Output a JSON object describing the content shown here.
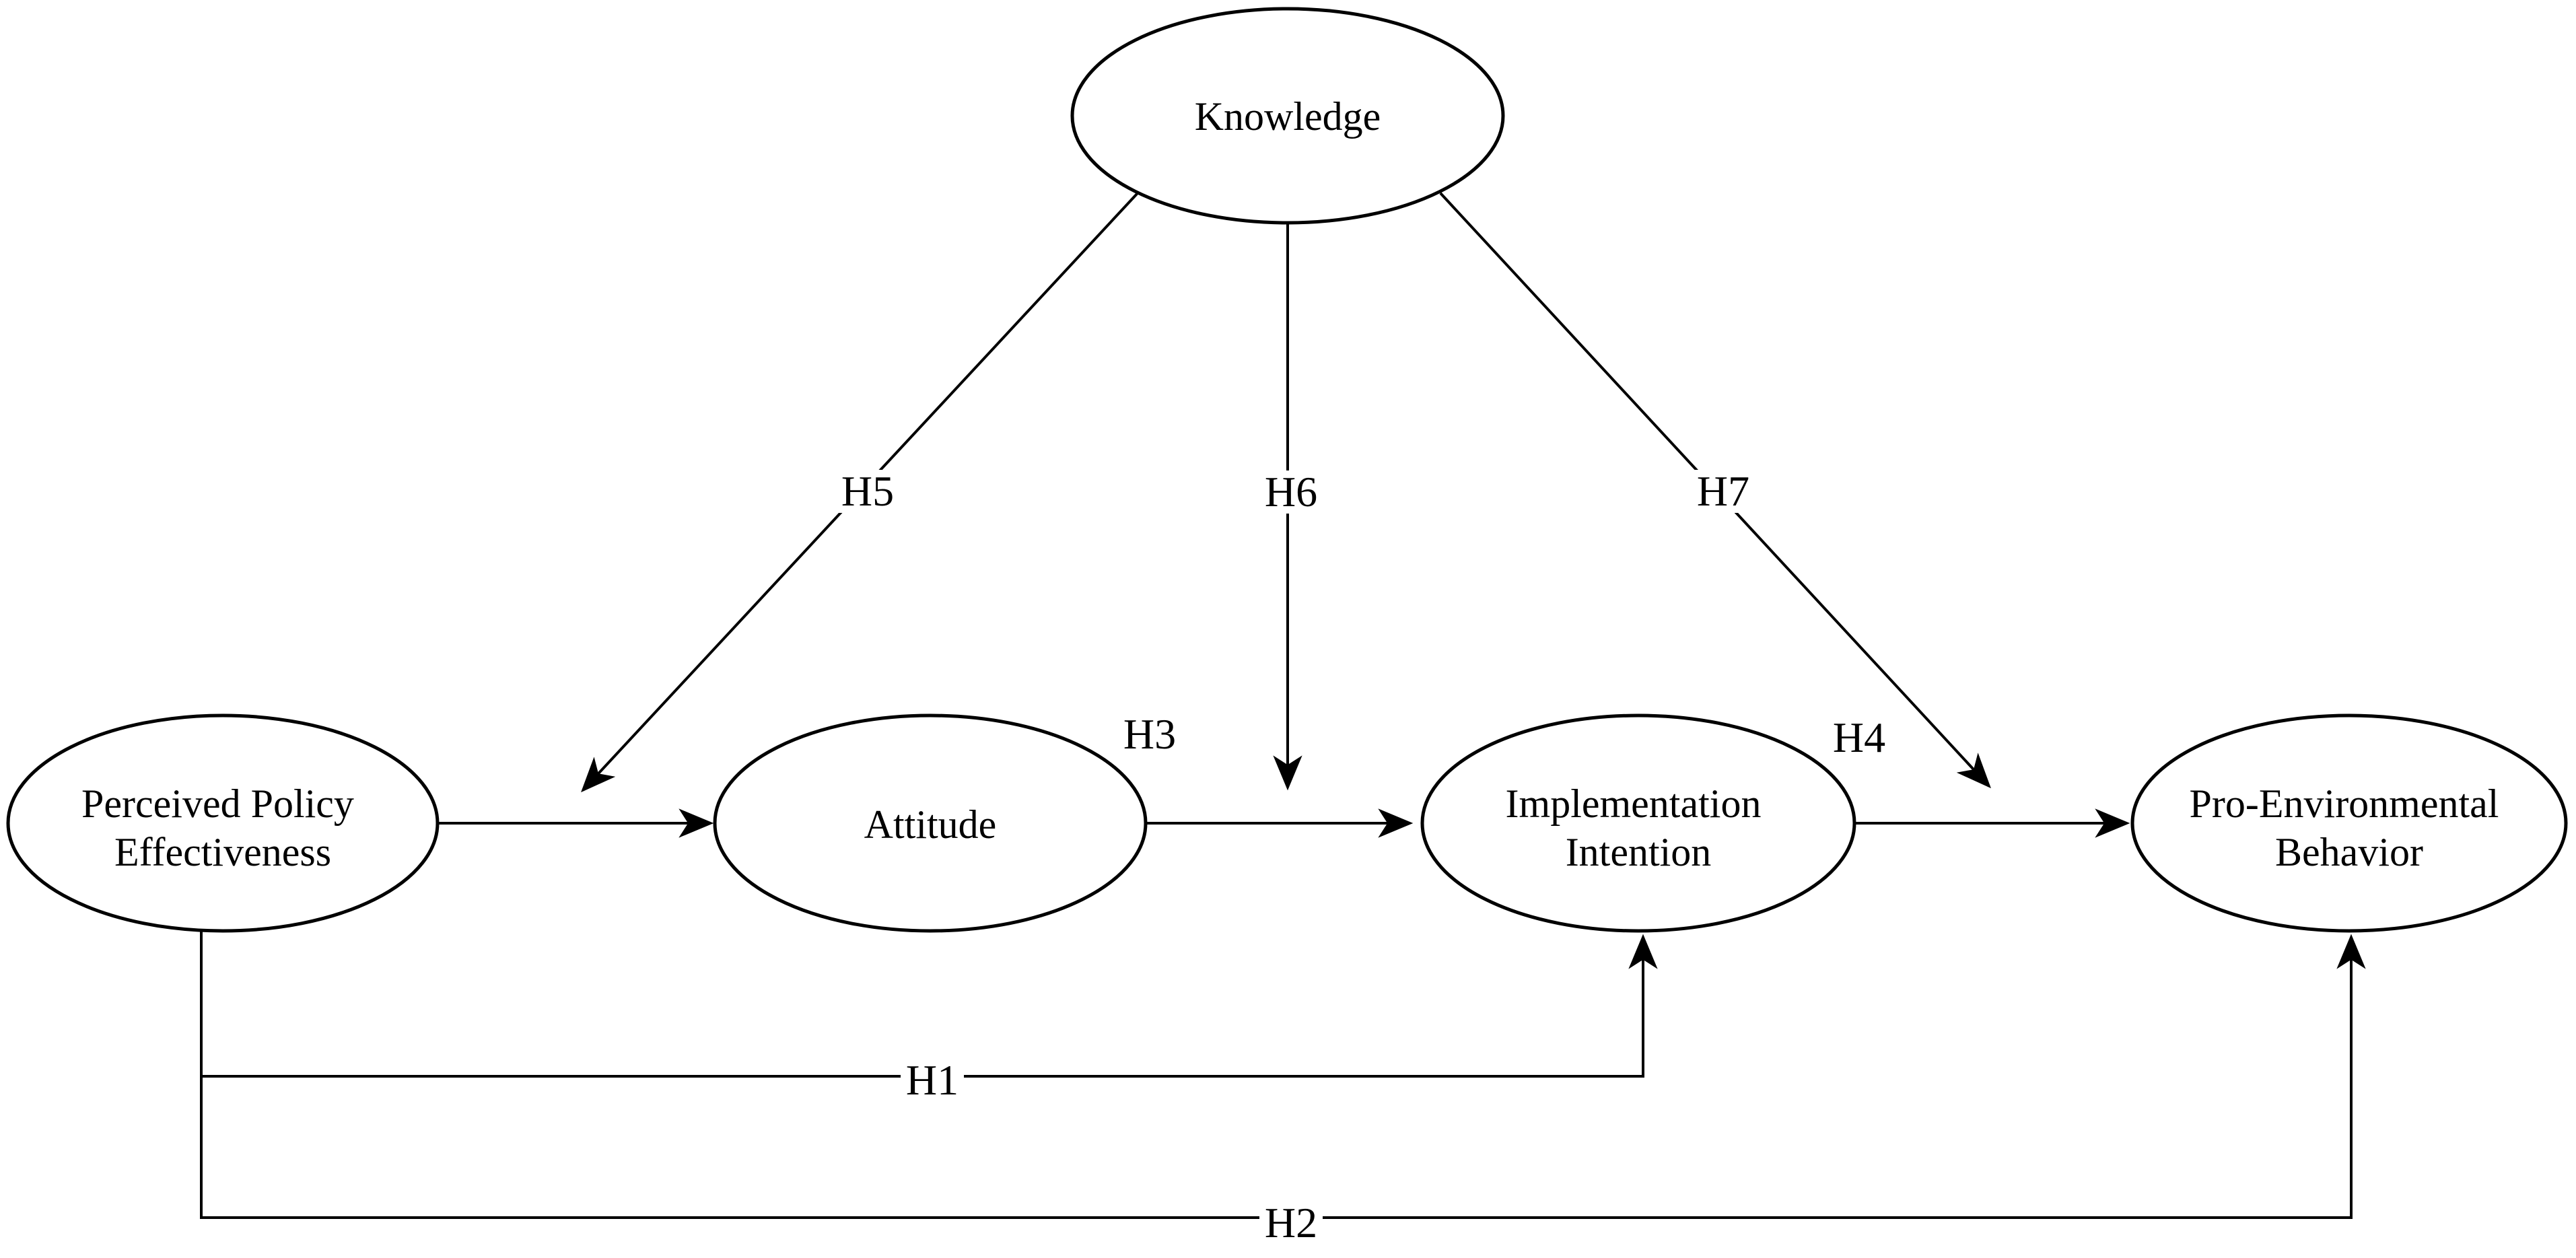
{
  "nodes": {
    "knowledge": {
      "label": "Knowledge"
    },
    "ppe": {
      "line1": "Perceived Policy",
      "line2": "Effectiveness"
    },
    "attitude": {
      "label": "Attitude"
    },
    "ii": {
      "line1": "Implementation",
      "line2": "Intention"
    },
    "peb": {
      "line1": "Pro-Environmental",
      "line2": "Behavior"
    }
  },
  "hypotheses": {
    "h1": "H1",
    "h2": "H2",
    "h3": "H3",
    "h4": "H4",
    "h5": "H5",
    "h6": "H6",
    "h7": "H7"
  },
  "edges": [
    {
      "id": "ppe-attitude",
      "label": "",
      "from": "Perceived Policy Effectiveness",
      "to": "Attitude"
    },
    {
      "id": "h3",
      "label": "H3",
      "from": "Attitude",
      "to": "Implementation Intention"
    },
    {
      "id": "h4",
      "label": "H4",
      "from": "Implementation Intention",
      "to": "Pro-Environmental Behavior"
    },
    {
      "id": "h5",
      "label": "H5",
      "from": "Knowledge",
      "to": "arrow between Perceived Policy Effectiveness and Attitude"
    },
    {
      "id": "h6",
      "label": "H6",
      "from": "Knowledge",
      "to": "arrow between Attitude and Implementation Intention"
    },
    {
      "id": "h7",
      "label": "H7",
      "from": "Knowledge",
      "to": "arrow between Implementation Intention and Pro-Environmental Behavior"
    },
    {
      "id": "h1",
      "label": "H1",
      "from": "Perceived Policy Effectiveness",
      "to": "Implementation Intention"
    },
    {
      "id": "h2",
      "label": "H2",
      "from": "Perceived Policy Effectiveness",
      "to": "Pro-Environmental Behavior"
    }
  ],
  "colors": {
    "ink": "#000000",
    "paper": "#ffffff"
  }
}
